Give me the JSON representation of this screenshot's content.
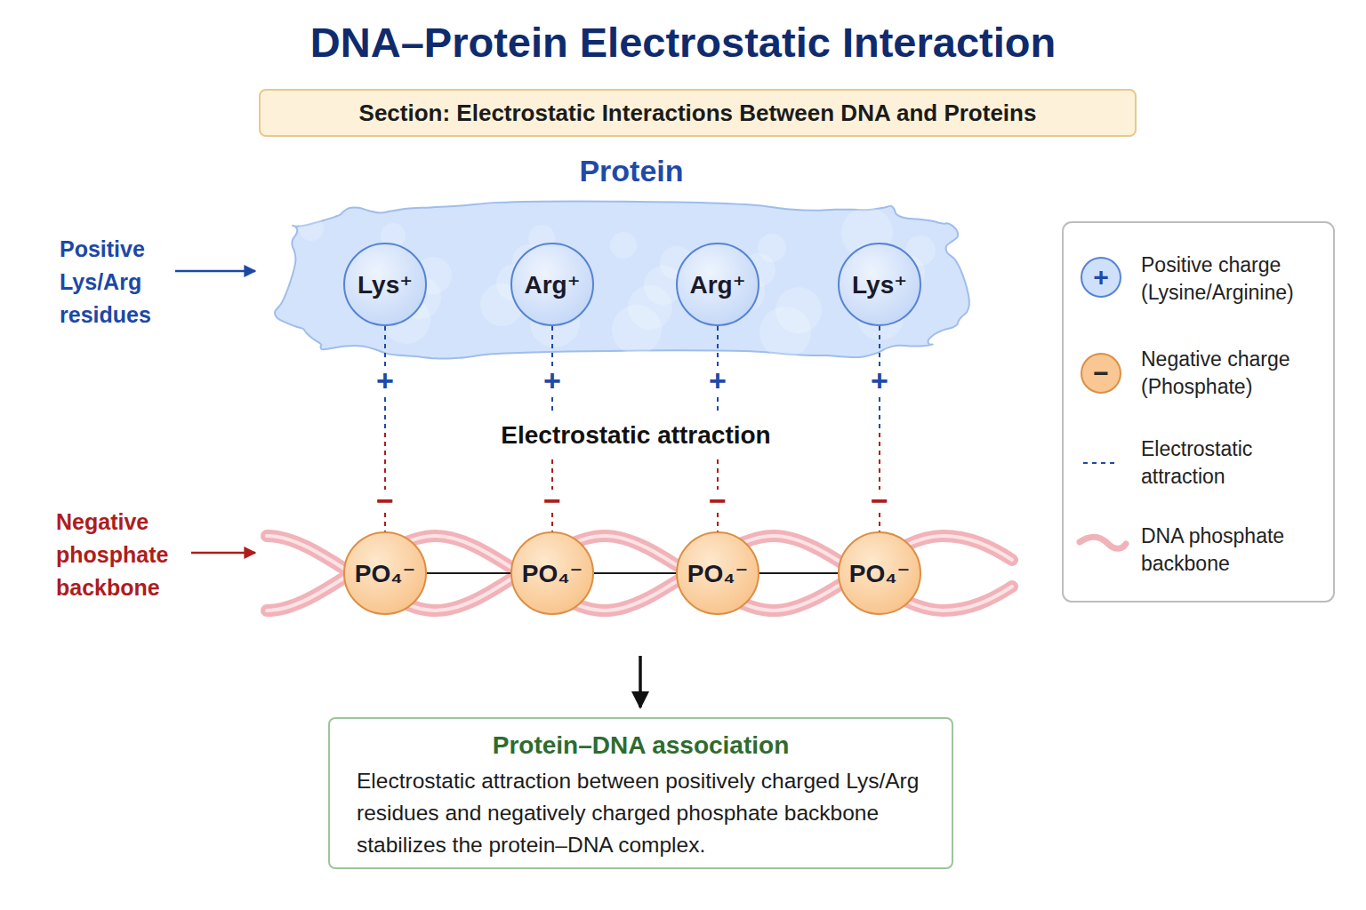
{
  "diagram": {
    "title": "DNA–Protein Electrostatic Interaction",
    "nodes": [
      {
        "text": [
          "Section: Electrostatic Interactions Between DNA and Proteins"
        ]
      },
      {
        "text": [
          "Protein"
        ]
      },
      {
        "text": [
          "Lys⁺"
        ],
        "in": 1
      },
      {
        "text": [
          "Arg⁺"
        ],
        "in": 1
      },
      {
        "text": [
          "Arg⁺"
        ],
        "in": 1
      },
      {
        "text": [
          "Lys⁺"
        ],
        "in": 1
      },
      {
        "text": [
          "PO₄⁻"
        ]
      },
      {
        "text": [
          "PO₄⁻"
        ]
      },
      {
        "text": [
          "PO₄⁻"
        ]
      },
      {
        "text": [
          "PO₄⁻"
        ]
      },
      {
        "text": [
          "Protein–DNA association",
          "Electrostatic attraction between positively charged Lys/Arg residues and negatively charged phosphate backbone stabilizes the protein–DNA complex."
        ]
      }
    ],
    "edges": [
      {
        "from": 2,
        "to": 6,
        "arrow": "none"
      },
      {
        "from": 3,
        "to": 7,
        "arrow": "none"
      },
      {
        "from": 4,
        "to": 8,
        "arrow": "none"
      },
      {
        "from": 5,
        "to": 9,
        "arrow": "none"
      },
      {
        "from": 6,
        "to": 7,
        "arrow": "none"
      },
      {
        "from": 7,
        "to": 8,
        "arrow": "none"
      },
      {
        "from": 8,
        "to": 9,
        "arrow": "none"
      }
    ],
    "labels": [
      "Positive Lys/Arg residues",
      "+",
      "+",
      "+",
      "+",
      "Electrostatic attraction",
      "−",
      "−",
      "−",
      "−",
      "Negative phosphate backbone",
      "+",
      "−"
    ],
    "legend": [
      {
        "text": "Positive charge (Lysine/Arginine)"
      },
      {
        "text": "Negative charge (Phosphate)"
      },
      {
        "text": "Electrostatic attraction"
      },
      {
        "text": "DNA phosphate backbone"
      }
    ]
  }
}
